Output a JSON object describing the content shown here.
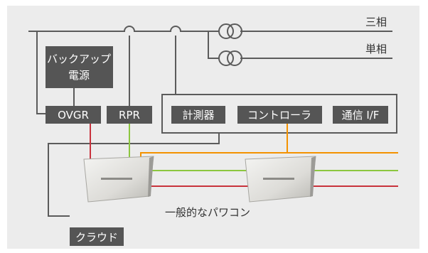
{
  "labels": {
    "three_phase": "三相",
    "single_phase": "単相",
    "backup_power": [
      "バックアップ",
      "電源"
    ],
    "ovgr": "OVGR",
    "rpr": "RPR",
    "meter": "計測器",
    "controller": "コントローラ",
    "comm_if": "通信 I/F",
    "generic_pcs": "一般的なパワコン",
    "cloud": "クラウド"
  },
  "colors": {
    "background": "#ececec",
    "line": "#5b5b5b",
    "box": "#555555",
    "red": "#c8323c",
    "green": "#8cc63f",
    "orange": "#f39200"
  }
}
